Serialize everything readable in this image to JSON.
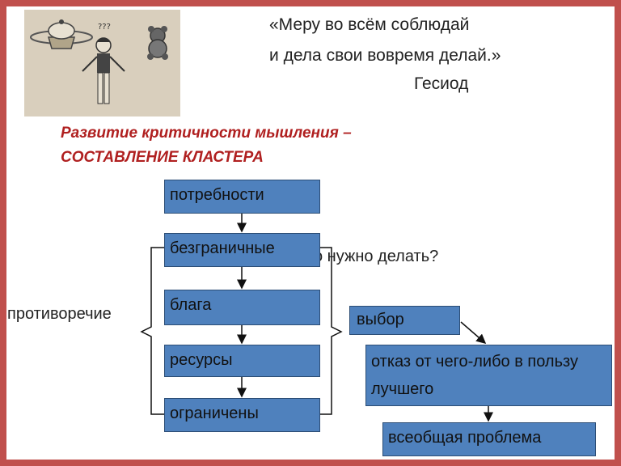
{
  "epigraph": {
    "line1": "«Меру во всём соблюдай",
    "line2": "и дела свои вовремя делай.»",
    "author": "Гесиод"
  },
  "subtitle": {
    "line1": "Развитие критичности мышления –",
    "line2": "СОСТАВЛЕНИЕ КЛАСТЕРА"
  },
  "cluster": {
    "needs": "потребности",
    "unlimited": "безграничные",
    "goods": "блага",
    "resources": "ресурсы",
    "limited": "ограничены",
    "contradiction": "противоречие",
    "question_fragment": "о нужно делать?",
    "choice": "выбор",
    "refusal": "отказ от чего-либо в пользу лучшего",
    "universal_problem": "всеобщая проблема"
  },
  "colors": {
    "frame": "#c0504d",
    "box_fill": "#4f81bd",
    "box_border": "#2c4d75",
    "subtitle": "#b02020"
  }
}
